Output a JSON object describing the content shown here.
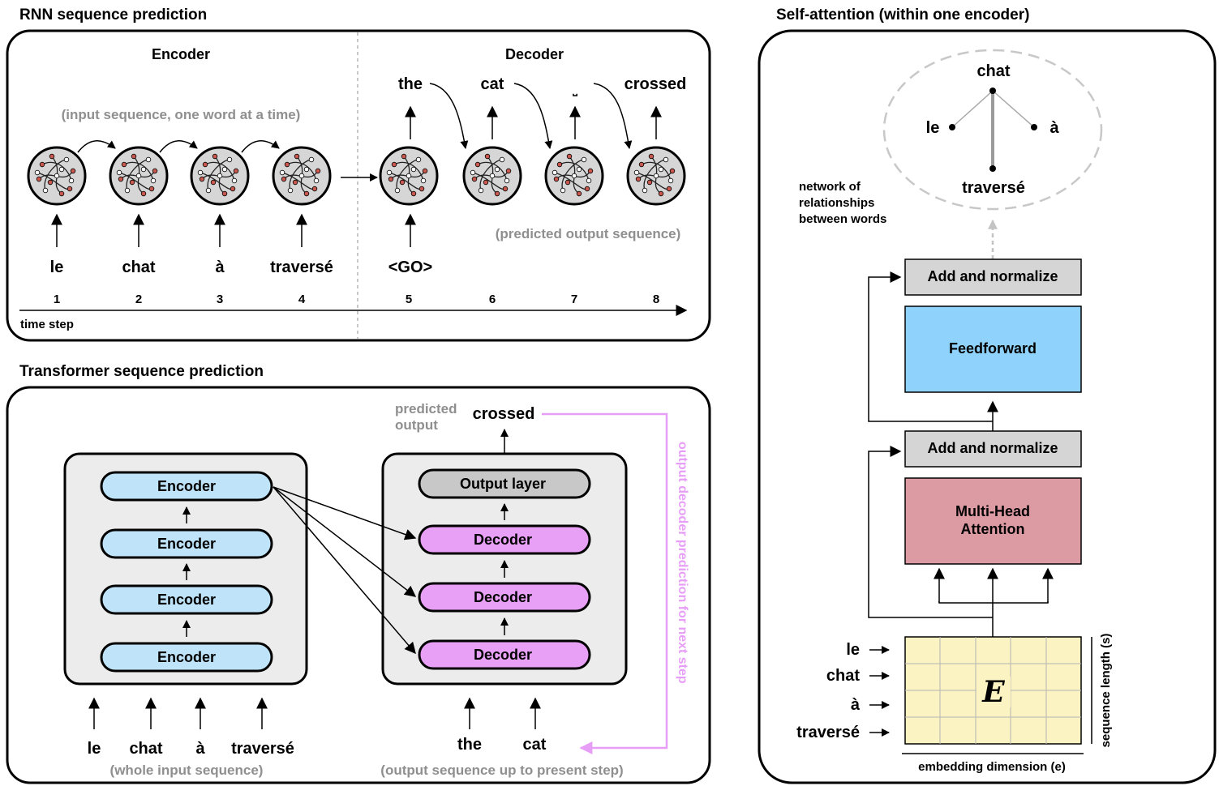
{
  "rnn": {
    "title": "RNN sequence prediction",
    "encoder_label": "Encoder",
    "decoder_label": "Decoder",
    "input_note": "(input sequence, one word at a time)",
    "output_note": "(predicted output sequence)",
    "inputs": [
      "le",
      "chat",
      "à",
      "traversé",
      "<GO>"
    ],
    "outputs": [
      "the",
      "cat",
      "⎵",
      "crossed"
    ],
    "steps": [
      "1",
      "2",
      "3",
      "4",
      "5",
      "6",
      "7",
      "8"
    ],
    "time_label": "time step"
  },
  "transformer": {
    "title": "Transformer sequence prediction",
    "encoders": [
      "Encoder",
      "Encoder",
      "Encoder",
      "Encoder"
    ],
    "output_layer": "Output layer",
    "decoders": [
      "Decoder",
      "Decoder",
      "Decoder"
    ],
    "predicted_label_1": "predicted",
    "predicted_label_2": "output",
    "predicted_word": "crossed",
    "inputs": [
      "le",
      "chat",
      "à",
      "traversé"
    ],
    "input_note": "(whole input sequence)",
    "outputs": [
      "the",
      "cat"
    ],
    "output_note": "(output sequence up to present step)",
    "feedback_label": "output decoder prediction for next step"
  },
  "self_attention": {
    "title": "Self-attention (within one encoder)",
    "graph_words": [
      "chat",
      "le",
      "à",
      "traversé"
    ],
    "network_note": [
      "network of",
      "relationships",
      "between words"
    ],
    "add_norm_top": "Add and normalize",
    "feedforward": "Feedforward",
    "add_norm_bottom": "Add and normalize",
    "mha_line1": "Multi-Head",
    "mha_line2": "Attention",
    "matrix_symbol": "E",
    "rows": [
      "le",
      "chat",
      "à",
      "traversé"
    ],
    "x_label": "embedding dimension (e)",
    "y_label": "sequence length (s)"
  },
  "colors": {
    "encoder": "#bfe3f8",
    "decoder": "#e7a0f5",
    "output_layer": "#c8c8c8",
    "add_norm": "#d5d5d5",
    "feedforward": "#8fd3fd",
    "mha": "#dc9aa3",
    "matrix": "#fcf3c2",
    "feedback": "#e79ef7",
    "gray_text": "#8f8f8f"
  }
}
